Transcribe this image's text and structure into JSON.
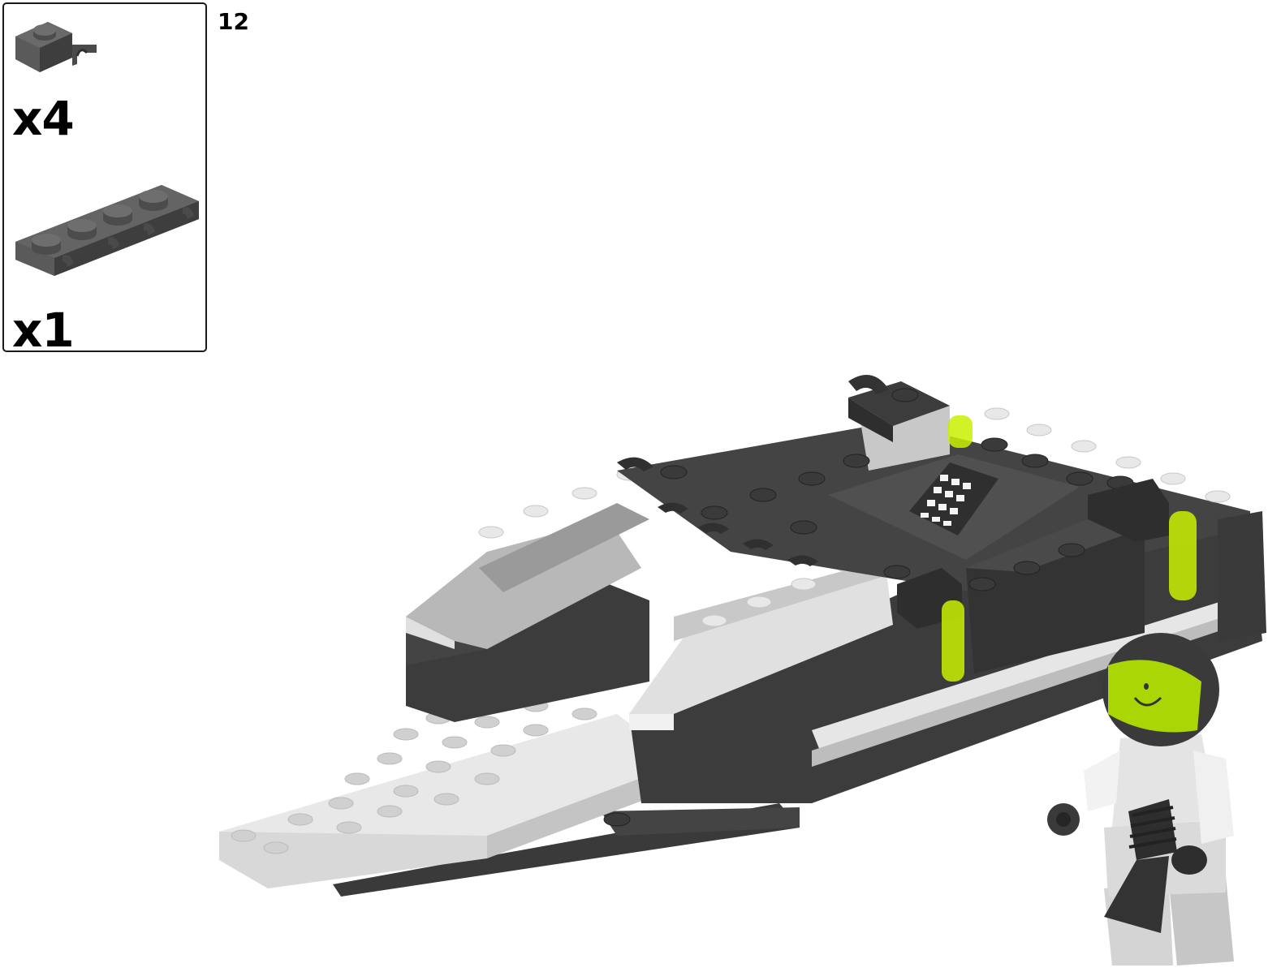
{
  "page": {
    "type": "building-instruction-step",
    "step_number": "12"
  },
  "parts_list": {
    "items": [
      {
        "name": "plate-1x1-with-clip",
        "color": "#5a5a5a",
        "quantity": "x4"
      },
      {
        "name": "plate-1x4-with-clips",
        "color": "#5a5a5a",
        "quantity": "x1"
      }
    ]
  },
  "model": {
    "description": "spaceship assembly with minifigure pilot",
    "colors": {
      "white": "#f0f0f0",
      "light_gray": "#c8c8c8",
      "dark_gray": "#3c3c3c",
      "medium_dark": "#555555",
      "trans_neon_green": "#c8f000"
    }
  }
}
